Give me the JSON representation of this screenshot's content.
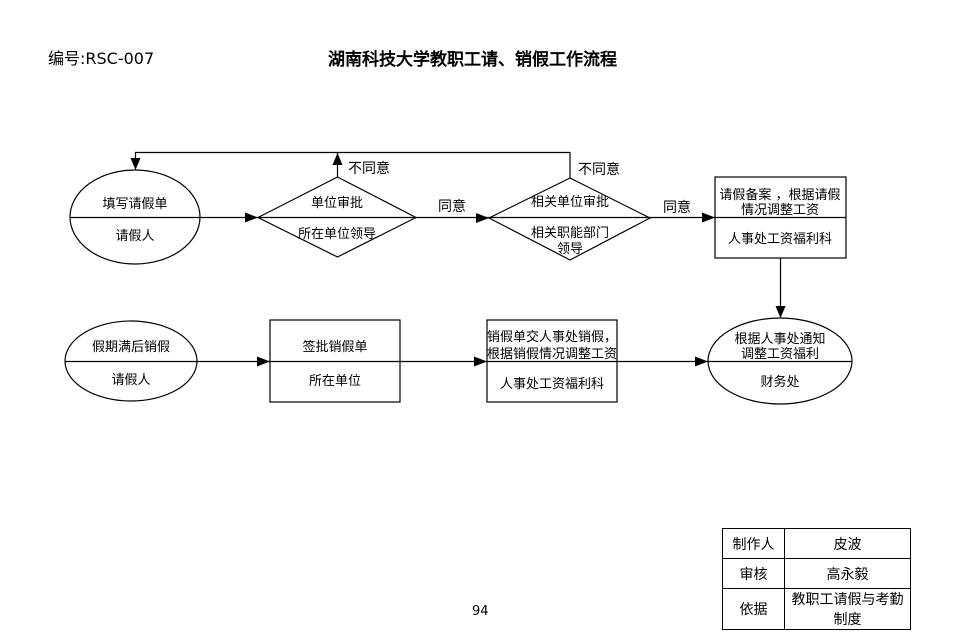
{
  "page": {
    "doc_number": "编号:RSC-007",
    "title": "湖南科技大学教职工请、销假工作流程",
    "page_number": "94"
  },
  "flowchart": {
    "edge_labels": {
      "disagree_unit": "不同意",
      "disagree_related": "不同意",
      "agree_unit": "同意",
      "agree_related": "同意"
    },
    "nodes": {
      "fill_leave_form": {
        "line1": "填写请假单",
        "line2": "请假人"
      },
      "unit_approval": {
        "line1": "单位审批",
        "line2": "所在单位领导"
      },
      "related_unit_approval": {
        "line1": "相关单位审批",
        "line2": "相关职能部门",
        "line3": "领导"
      },
      "leave_record": {
        "line1": "请假备案 ，根据请假",
        "line2": "情况调整工资",
        "line3": "人事处工资福利科"
      },
      "post_leave_cancel": {
        "line1": "假期满后销假",
        "line2": "请假人"
      },
      "sign_cancel_form": {
        "line1": "签批销假单",
        "line2": "所在单位"
      },
      "submit_cancel_form": {
        "line1": "销假单交人事处销假，",
        "line2": "根据销假情况调整工资",
        "line3": "人事处工资福利科"
      },
      "adjust_welfare": {
        "line1": "根据人事处通知",
        "line2": "调整工资福利",
        "line3": "财务处"
      }
    }
  },
  "footer_table": {
    "rows": [
      {
        "label": "制作人",
        "value": "皮波"
      },
      {
        "label": "审核",
        "value": "高永毅"
      },
      {
        "label": "依据",
        "value": "教职工请假与考勤制度"
      }
    ]
  }
}
